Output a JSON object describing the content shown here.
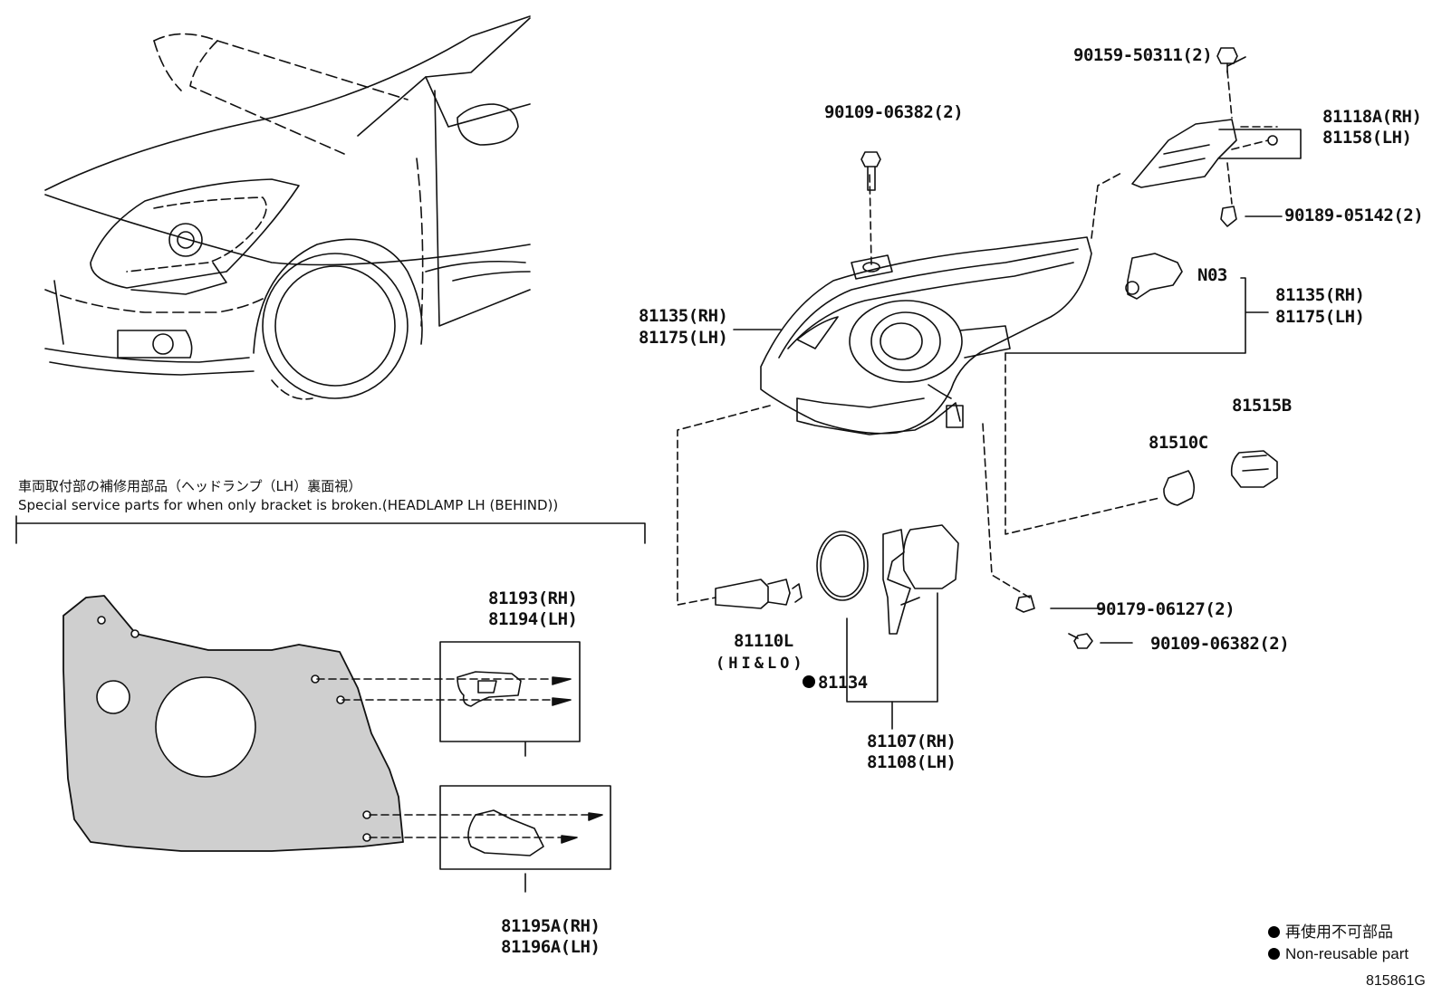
{
  "notes": {
    "jp": "車両取付部の補修用部品（ヘッドランプ（LH）裏面視）",
    "en": "Special service parts for when only bracket is broken.(HEADLAMP LH (BEHIND))"
  },
  "labels": {
    "p90159": "90159-50311(2)",
    "p90109_top": "90109-06382(2)",
    "p81118": "81118A(RH)",
    "p81158": "81158(LH)",
    "p90189": "90189-05142(2)",
    "p81135_l_rh": "81135(RH)",
    "p81175_l_lh": "81175(LH)",
    "pN03": "N03",
    "p81135_r_rh": "81135(RH)",
    "p81175_r_lh": "81175(LH)",
    "p81515": "81515B",
    "p81510": "81510C",
    "p81193": "81193(RH)",
    "p81194": "81194(LH)",
    "p81110": "81110L",
    "p81110_sub": "(HI&LO)",
    "p81134": "81134",
    "p81107": "81107(RH)",
    "p81108": "81108(LH)",
    "p90179": "90179-06127(2)",
    "p90109_low": "90109-06382(2)",
    "p81195": "81195A(RH)",
    "p81196": "81196A(LH)"
  },
  "legend": {
    "jp": "再使用不可部品",
    "en": "Non-reusable part"
  },
  "figure_code": "815861G"
}
